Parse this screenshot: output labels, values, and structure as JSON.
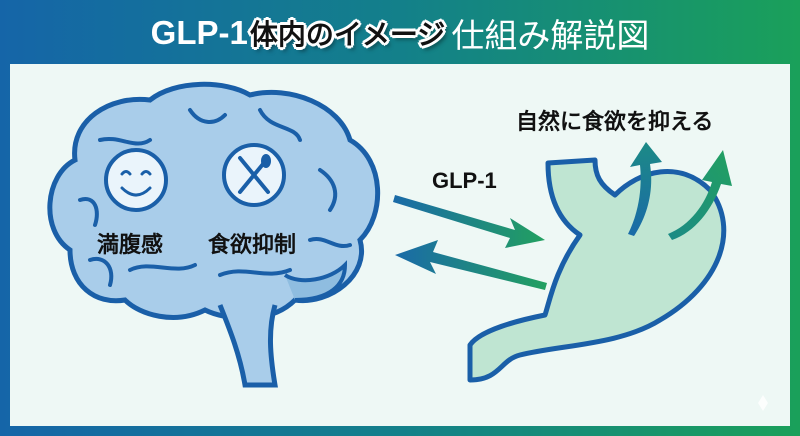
{
  "title": {
    "prefix": "GLP-1",
    "sticker": "体内のイメージ",
    "suffix": "仕組み解説図"
  },
  "brain": {
    "labels": [
      "満腹感",
      "食欲抑制"
    ],
    "icons": [
      "smiley-face-icon",
      "fork-spoon-icon"
    ]
  },
  "arrow_label": "GLP-1",
  "stomach": {
    "effect_label": "自然に食欲を抑える"
  },
  "colors": {
    "frame_start": "#1565a8",
    "frame_end": "#1aa05a",
    "panel": "#eef8f5",
    "outline": "#1a5fa8",
    "brain_fill": "#a9cdea",
    "stomach_fill": "#bfe5d2"
  }
}
